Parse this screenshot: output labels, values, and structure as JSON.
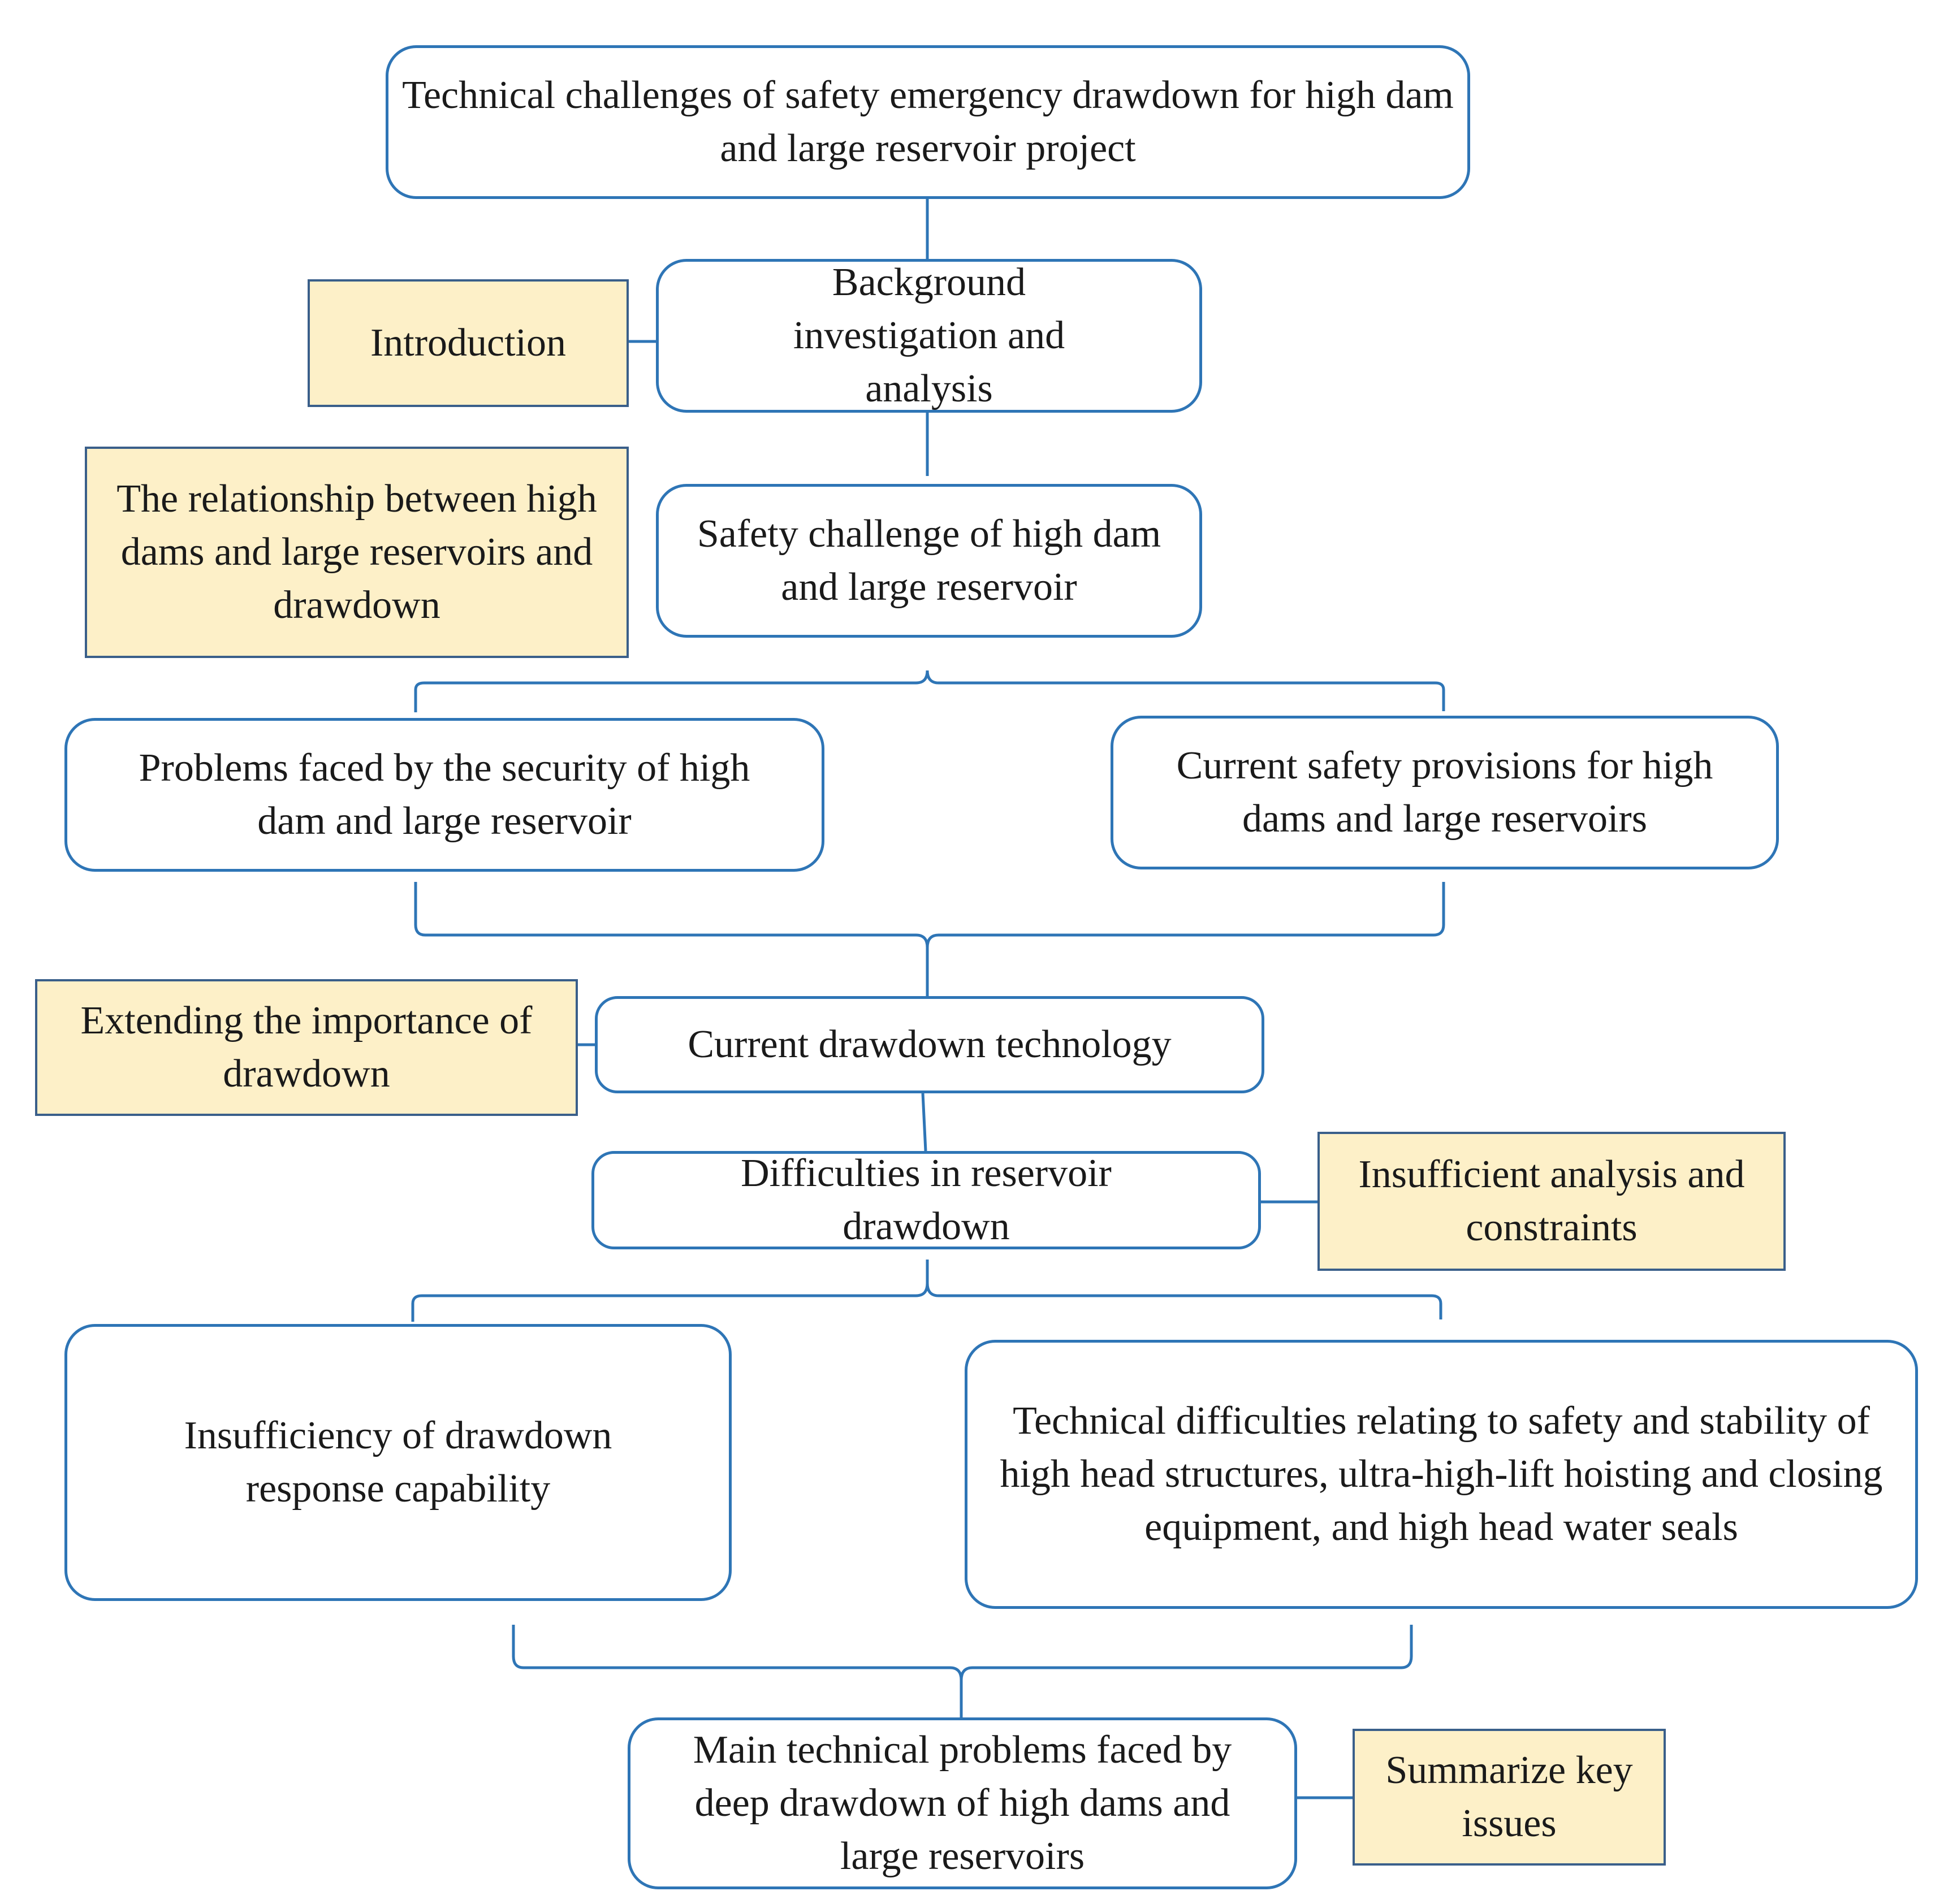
{
  "nodes": {
    "top": "Technical challenges of safety emergency drawdown for high dam and large reservoir project",
    "background": "Background investigation and analysis",
    "introduction": "Introduction",
    "relationship": "The relationship between high dams and large reservoirs and drawdown",
    "safety_challenge": "Safety challenge of high dam and large reservoir",
    "problems_faced": "Problems faced by the security of high dam and large reservoir",
    "current_provisions": "Current safety provisions for high dams and large reservoirs",
    "extending": "Extending the importance of drawdown",
    "current_technology": "Current drawdown technology",
    "difficulties": "Difficulties in reservoir drawdown",
    "insufficient_analysis": "Insufficient analysis and constraints",
    "insufficiency": "Insufficiency of drawdown response capability",
    "technical_difficulties": "Technical difficulties relating to safety and stability of high head structures, ultra-high-lift hoisting and closing equipment, and high head water seals",
    "main_problems": "Main technical problems faced by deep drawdown of high dams and large reservoirs",
    "summarize": "Summarize key issues"
  },
  "colors": {
    "main_border": "#2e75b6",
    "side_fill": "#fdf0c8",
    "side_border": "#3a5f8a"
  }
}
